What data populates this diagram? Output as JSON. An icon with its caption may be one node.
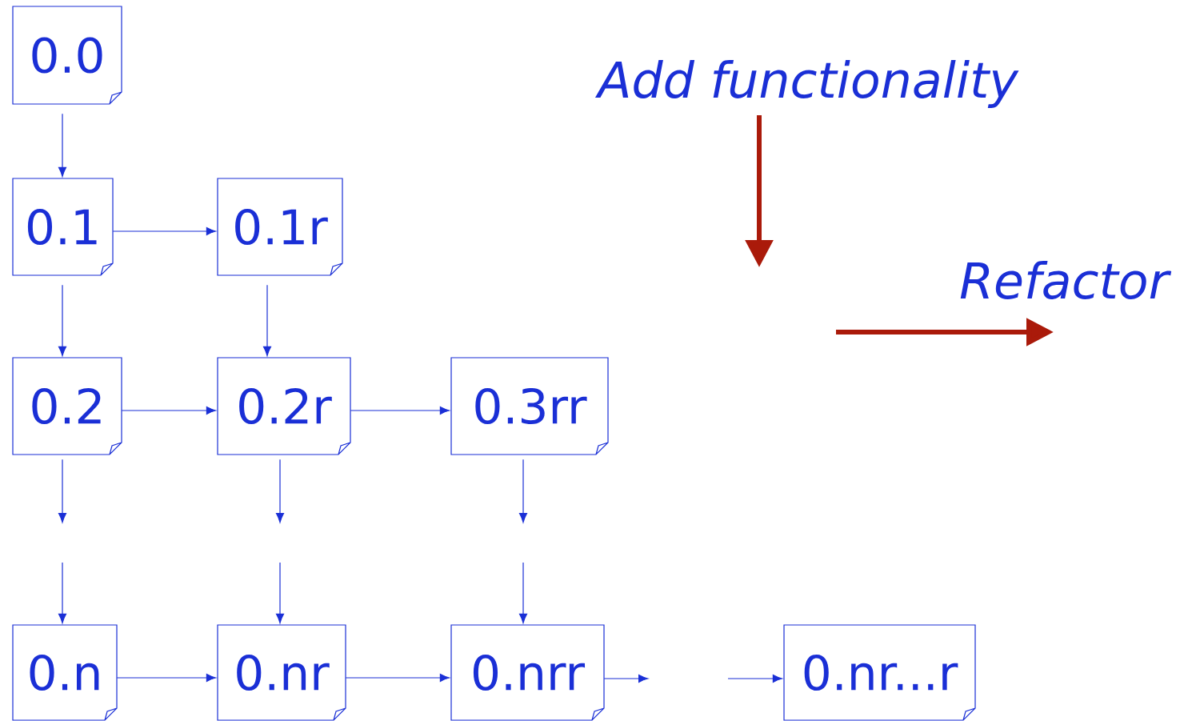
{
  "diagram": {
    "nodes": [
      {
        "text": [
          "0.0"
        ]
      },
      {
        "text": [
          "0.1"
        ]
      },
      {
        "text": [
          "0.1r"
        ]
      },
      {
        "text": [
          "0.2"
        ]
      },
      {
        "text": [
          "0.2r"
        ]
      },
      {
        "text": [
          "0.3rr"
        ]
      },
      {
        "text": [
          "0.n"
        ]
      },
      {
        "text": [
          "0.nr"
        ]
      },
      {
        "text": [
          "0.nrr"
        ]
      },
      {
        "text": [
          "0.nr...r"
        ]
      }
    ],
    "edges": [
      {
        "from": 0,
        "to": 1,
        "arrow": "to"
      },
      {
        "from": 1,
        "to": 2,
        "arrow": "to"
      },
      {
        "from": 1,
        "to": 3,
        "arrow": "to"
      },
      {
        "from": 2,
        "to": 4,
        "arrow": "to"
      },
      {
        "from": 3,
        "to": 4,
        "arrow": "to"
      },
      {
        "from": 4,
        "to": 5,
        "arrow": "to"
      },
      {
        "from": 3,
        "to": null,
        "arrow": "to"
      },
      {
        "from": 4,
        "to": null,
        "arrow": "to"
      },
      {
        "from": 5,
        "to": null,
        "arrow": "to"
      },
      {
        "from": null,
        "to": 6,
        "arrow": "to"
      },
      {
        "from": null,
        "to": 7,
        "arrow": "to"
      },
      {
        "from": null,
        "to": 8,
        "arrow": "to"
      },
      {
        "from": 6,
        "to": 7,
        "arrow": "to"
      },
      {
        "from": 7,
        "to": 8,
        "arrow": "to"
      },
      {
        "from": 8,
        "to": null,
        "arrow": "to"
      },
      {
        "from": null,
        "to": 9,
        "arrow": "to"
      }
    ],
    "labels": [
      "Add functionality",
      "Refactor"
    ]
  }
}
